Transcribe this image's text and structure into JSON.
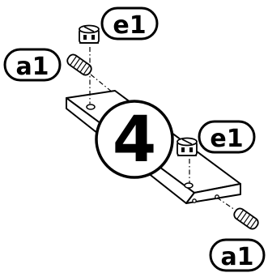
{
  "step": {
    "number": "4"
  },
  "labels": {
    "cam_top": "e1",
    "dowel_left": "a1",
    "cam_right": "e1",
    "dowel_bottom": "a1"
  },
  "colors": {
    "ink": "#000000",
    "paper": "#ffffff",
    "board_top": "#ffffff",
    "board_side": "#ffffff"
  },
  "icons": {
    "cam_lock": "cam-lock-fitting-icon",
    "dowel": "wooden-dowel-icon"
  }
}
